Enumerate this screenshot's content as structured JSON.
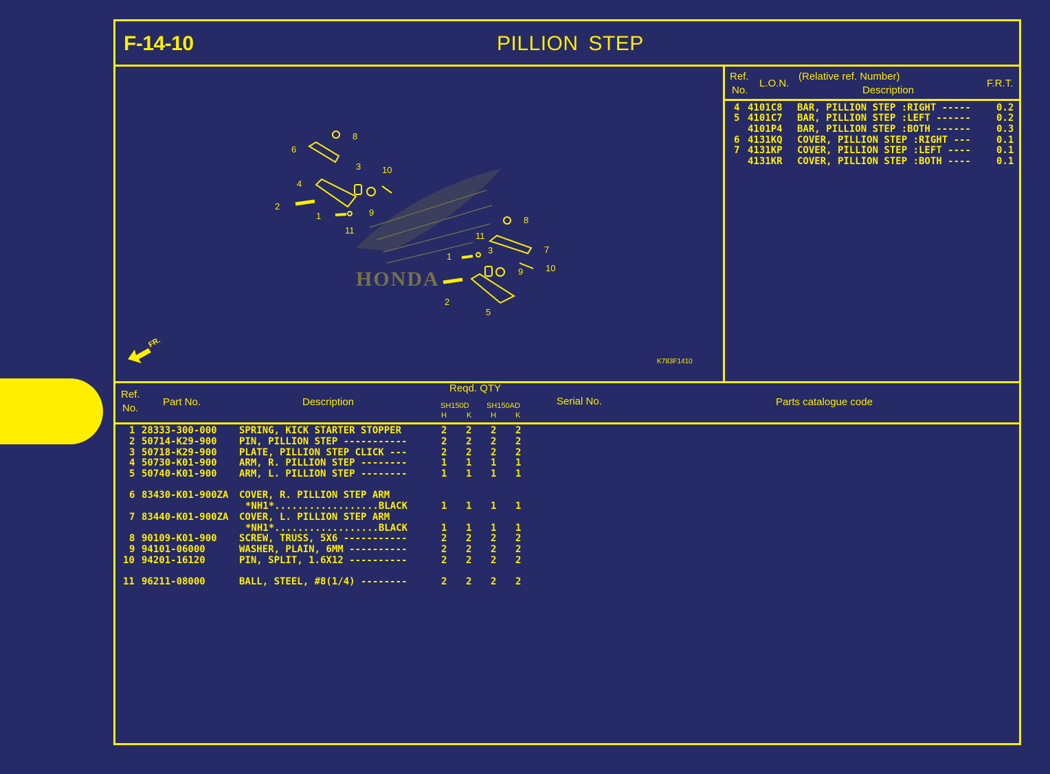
{
  "header": {
    "code": "F-14-10",
    "title": "PILLION STEP"
  },
  "fr_label": "FR.",
  "drawing_code": "K783F1410",
  "diagram": {
    "callouts_left": [
      "8",
      "6",
      "3",
      "10",
      "4",
      "2",
      "1",
      "9",
      "11"
    ],
    "callouts_right": [
      "8",
      "11",
      "7",
      "3",
      "1",
      "10",
      "9",
      "2",
      "5"
    ],
    "watermark": "HONDA"
  },
  "lon_table": {
    "headers": {
      "ref": "Ref.",
      "no": "No.",
      "lon": "L.O.N.",
      "relative": "(Relative ref. Number)",
      "description": "Description",
      "frt": "F.R.T."
    },
    "rows": [
      {
        "ref": "4",
        "lon": "4101C8",
        "desc": "BAR, PILLION STEP :RIGHT -----",
        "frt": "0.2"
      },
      {
        "ref": "5",
        "lon": "4101C7",
        "desc": "BAR, PILLION STEP :LEFT ------",
        "frt": "0.2"
      },
      {
        "ref": "",
        "lon": "4101P4",
        "desc": "BAR, PILLION STEP :BOTH ------",
        "frt": "0.3"
      },
      {
        "ref": "6",
        "lon": "4131KQ",
        "desc": "COVER, PILLION STEP :RIGHT ---",
        "frt": "0.1"
      },
      {
        "ref": "7",
        "lon": "4131KP",
        "desc": "COVER, PILLION STEP :LEFT ----",
        "frt": "0.1"
      },
      {
        "ref": "",
        "lon": "4131KR",
        "desc": "COVER, PILLION STEP :BOTH ----",
        "frt": "0.1"
      }
    ]
  },
  "parts_table": {
    "headers": {
      "ref": "Ref.",
      "no": "No.",
      "part_no": "Part No.",
      "description": "Description",
      "reqd_qty": "Reqd. QTY",
      "model1": "SH150D",
      "model2": "SH150AD",
      "h": "H",
      "k": "K",
      "serial": "Serial No.",
      "catalogue": "Parts catalogue code"
    },
    "rows": [
      {
        "ref": "1",
        "part": "28333-300-000",
        "desc": "SPRING, KICK STARTER STOPPER",
        "qty": [
          "2",
          "2",
          "2",
          "2"
        ]
      },
      {
        "ref": "2",
        "part": "50714-K29-900",
        "desc": "PIN, PILLION STEP -----------",
        "qty": [
          "2",
          "2",
          "2",
          "2"
        ]
      },
      {
        "ref": "3",
        "part": "50718-K29-900",
        "desc": "PLATE, PILLION STEP CLICK ---",
        "qty": [
          "2",
          "2",
          "2",
          "2"
        ]
      },
      {
        "ref": "4",
        "part": "50730-K01-900",
        "desc": "ARM, R. PILLION STEP --------",
        "qty": [
          "1",
          "1",
          "1",
          "1"
        ]
      },
      {
        "ref": "5",
        "part": "50740-K01-900",
        "desc": "ARM, L. PILLION STEP --------",
        "qty": [
          "1",
          "1",
          "1",
          "1"
        ]
      },
      {
        "ref": "6",
        "part": "83430-K01-900ZA",
        "desc": "COVER, R. PILLION STEP ARM",
        "desc2": "*NH1*..................BLACK",
        "qty": [
          "1",
          "1",
          "1",
          "1"
        ]
      },
      {
        "ref": "7",
        "part": "83440-K01-900ZA",
        "desc": "COVER, L. PILLION STEP ARM",
        "desc2": "*NH1*..................BLACK",
        "qty": [
          "1",
          "1",
          "1",
          "1"
        ]
      },
      {
        "ref": "8",
        "part": "90109-K01-900",
        "desc": "SCREW, TRUSS, 5X6 -----------",
        "qty": [
          "2",
          "2",
          "2",
          "2"
        ]
      },
      {
        "ref": "9",
        "part": "94101-06000",
        "desc": "WASHER, PLAIN, 6MM ----------",
        "qty": [
          "2",
          "2",
          "2",
          "2"
        ]
      },
      {
        "ref": "10",
        "part": "94201-16120",
        "desc": "PIN, SPLIT, 1.6X12 ----------",
        "qty": [
          "2",
          "2",
          "2",
          "2"
        ]
      },
      {
        "ref": "11",
        "part": "96211-08000",
        "desc": "BALL, STEEL, #8(1/4) --------",
        "qty": [
          "2",
          "2",
          "2",
          "2"
        ]
      }
    ]
  }
}
